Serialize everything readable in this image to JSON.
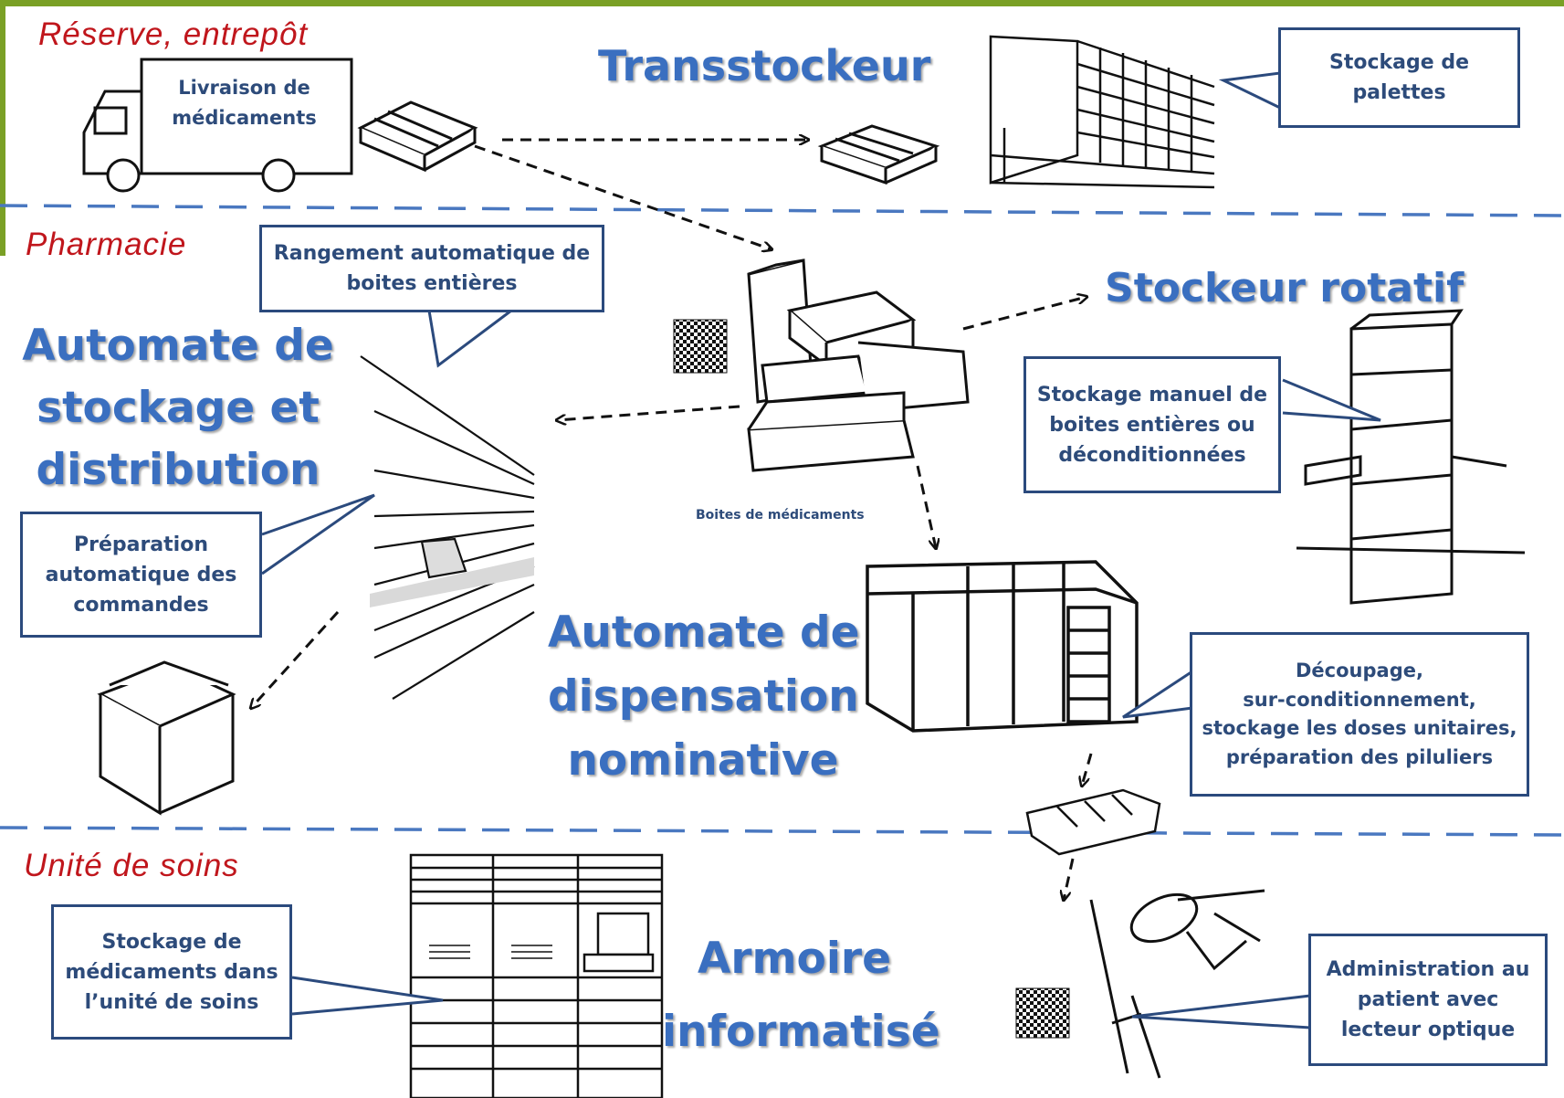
{
  "zones": {
    "reserve": "Réserve, entrepôt",
    "pharmacie": "Pharmacie",
    "unite": "Unité de soins"
  },
  "titles": {
    "transstockeur": "Transstockeur",
    "stockeur_rotatif": "Stockeur rotatif",
    "automate_stockage": [
      "Automate de",
      "stockage et",
      "distribution"
    ],
    "automate_dispensation": [
      "Automate de",
      "dispensation",
      "nominative"
    ],
    "armoire": [
      "Armoire",
      "informatisé"
    ]
  },
  "callouts": {
    "livraison": [
      "Livraison de",
      "médicaments"
    ],
    "stockage_palettes": [
      "Stockage de",
      "palettes"
    ],
    "rangement": [
      "Rangement automatique de",
      "boites entières"
    ],
    "stockage_manuel": [
      "Stockage manuel de",
      "boites entières ou",
      "déconditionnées"
    ],
    "preparation": [
      "Préparation",
      "automatique des",
      "commandes"
    ],
    "decoupage": [
      "Découpage,",
      "sur-conditionnement,",
      "stockage les doses unitaires,",
      "préparation des piluliers"
    ],
    "stockage_unite": [
      "Stockage de",
      "médicaments dans",
      "l’unité de soins"
    ],
    "administration": [
      "Administration au",
      "patient avec",
      "lecteur optique"
    ]
  },
  "labels": {
    "boites": "Boites de médicaments"
  },
  "colors": {
    "frame_green": "#7aa025",
    "divider_blue": "#4a78c0",
    "zone_red": "#c0161c",
    "title_blue": "#3a6fc0",
    "callout_border": "#2b4a7d"
  }
}
